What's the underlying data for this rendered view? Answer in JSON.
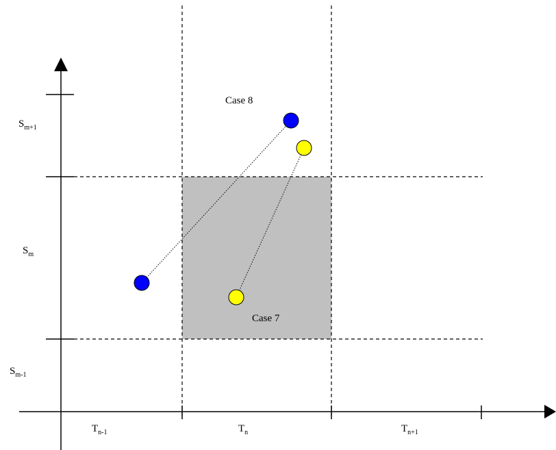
{
  "labels": {
    "t_prev": {
      "base": "T",
      "sub": "n-1"
    },
    "t_curr": {
      "base": "T",
      "sub": "n"
    },
    "t_next": {
      "base": "T",
      "sub": "n+1"
    },
    "s_next": {
      "base": "S",
      "sub": "m+1"
    },
    "s_curr": {
      "base": "S",
      "sub": "m"
    },
    "s_prev": {
      "base": "S",
      "sub": "m-1"
    }
  },
  "cases": {
    "case8": "Case 8",
    "case7": "Case 7"
  },
  "colors": {
    "highlight_region": "#c0c0c0",
    "blue_point": "#0000ff",
    "yellow_point": "#ffff00",
    "lines": "#000000"
  }
}
